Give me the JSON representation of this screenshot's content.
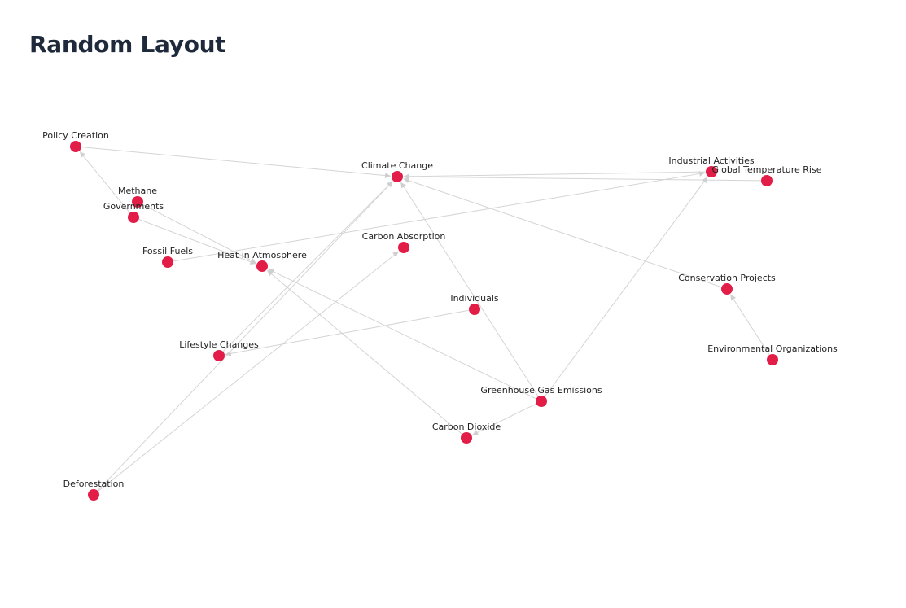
{
  "title": "Random Layout",
  "colors": {
    "node": "#e11d48",
    "edge": "#d4d4d4",
    "title": "#1e2a3b"
  },
  "nodes": [
    {
      "id": "policy-creation",
      "label": "Policy Creation"
    },
    {
      "id": "climate-change",
      "label": "Climate Change"
    },
    {
      "id": "industrial-activities",
      "label": "Industrial Activities"
    },
    {
      "id": "global-temperature-rise",
      "label": "Global Temperature Rise"
    },
    {
      "id": "methane",
      "label": "Methane"
    },
    {
      "id": "governments",
      "label": "Governments"
    },
    {
      "id": "fossil-fuels",
      "label": "Fossil Fuels"
    },
    {
      "id": "heat-in-atmosphere",
      "label": "Heat in Atmosphere"
    },
    {
      "id": "carbon-absorption",
      "label": "Carbon Absorption"
    },
    {
      "id": "conservation-projects",
      "label": "Conservation Projects"
    },
    {
      "id": "individuals",
      "label": "Individuals"
    },
    {
      "id": "lifestyle-changes",
      "label": "Lifestyle Changes"
    },
    {
      "id": "environmental-organizations",
      "label": "Environmental Organizations"
    },
    {
      "id": "greenhouse-gas-emissions",
      "label": "Greenhouse Gas Emissions"
    },
    {
      "id": "carbon-dioxide",
      "label": "Carbon Dioxide"
    },
    {
      "id": "deforestation",
      "label": "Deforestation"
    }
  ],
  "edges": [
    {
      "source": "policy-creation",
      "target": "climate-change"
    },
    {
      "source": "governments",
      "target": "policy-creation"
    },
    {
      "source": "methane",
      "target": "heat-in-atmosphere"
    },
    {
      "source": "governments",
      "target": "heat-in-atmosphere"
    },
    {
      "source": "fossil-fuels",
      "target": "industrial-activities"
    },
    {
      "source": "industrial-activities",
      "target": "climate-change"
    },
    {
      "source": "global-temperature-rise",
      "target": "climate-change"
    },
    {
      "source": "conservation-projects",
      "target": "climate-change"
    },
    {
      "source": "environmental-organizations",
      "target": "conservation-projects"
    },
    {
      "source": "individuals",
      "target": "lifestyle-changes"
    },
    {
      "source": "greenhouse-gas-emissions",
      "target": "climate-change"
    },
    {
      "source": "greenhouse-gas-emissions",
      "target": "heat-in-atmosphere"
    },
    {
      "source": "greenhouse-gas-emissions",
      "target": "carbon-dioxide"
    },
    {
      "source": "greenhouse-gas-emissions",
      "target": "industrial-activities"
    },
    {
      "source": "carbon-dioxide",
      "target": "heat-in-atmosphere"
    },
    {
      "source": "deforestation",
      "target": "climate-change"
    },
    {
      "source": "deforestation",
      "target": "carbon-absorption"
    },
    {
      "source": "lifestyle-changes",
      "target": "climate-change"
    }
  ]
}
